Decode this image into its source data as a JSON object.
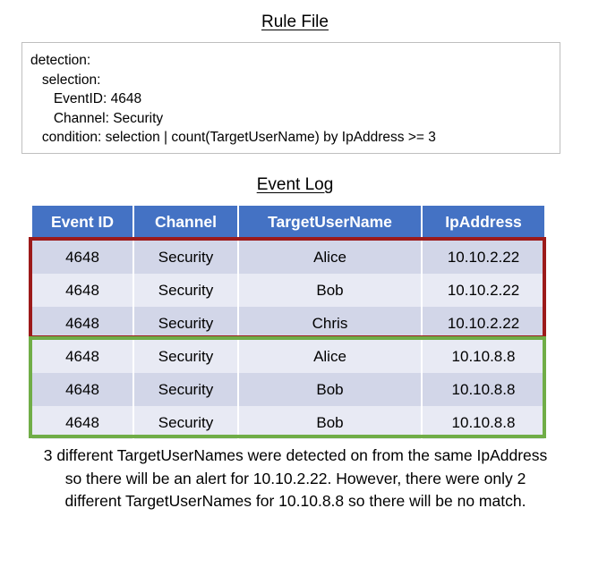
{
  "rule_section": {
    "title": "Rule File",
    "code": "detection:\n   selection:\n      EventID: 4648\n      Channel: Security\n   condition: selection | count(TargetUserName) by IpAddress >= 3"
  },
  "eventlog_section": {
    "title": "Event Log",
    "columns": [
      "Event ID",
      "Channel",
      "TargetUserName",
      "IpAddress"
    ],
    "rows": [
      {
        "event_id": "4648",
        "channel": "Security",
        "target_user_name": "Alice",
        "ip_address": "10.10.2.22",
        "band": "band-a",
        "group": "red"
      },
      {
        "event_id": "4648",
        "channel": "Security",
        "target_user_name": "Bob",
        "ip_address": "10.10.2.22",
        "band": "band-b",
        "group": "red"
      },
      {
        "event_id": "4648",
        "channel": "Security",
        "target_user_name": "Chris",
        "ip_address": "10.10.2.22",
        "band": "band-a",
        "group": "red"
      },
      {
        "event_id": "4648",
        "channel": "Security",
        "target_user_name": "Alice",
        "ip_address": "10.10.8.8",
        "band": "band-b",
        "group": "green"
      },
      {
        "event_id": "4648",
        "channel": "Security",
        "target_user_name": "Bob",
        "ip_address": "10.10.8.8",
        "band": "band-a",
        "group": "green"
      },
      {
        "event_id": "4648",
        "channel": "Security",
        "target_user_name": "Bob",
        "ip_address": "10.10.8.8",
        "band": "band-b",
        "group": "green"
      }
    ]
  },
  "highlights": {
    "match_group_color": "#9c1a1a",
    "nomatch_group_color": "#70ad47"
  },
  "colors": {
    "header_blue": "#4472c4",
    "row_band_dark": "#d2d6e8",
    "row_band_light": "#e8eaf4",
    "box_border": "#bfbfbf"
  },
  "caption": {
    "text": "3 different TargetUserNames were detected on from the same IpAddress so there will be an alert for 10.10.2.22. However, there were only 2 different TargetUserNames for 10.10.8.8 so there will be no match."
  }
}
